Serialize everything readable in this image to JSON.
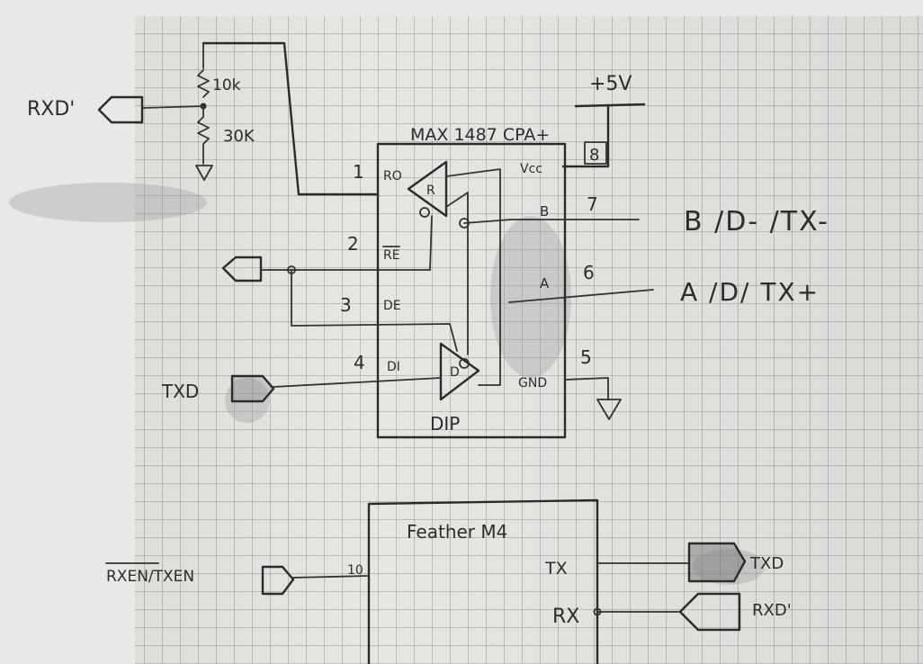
{
  "supply": {
    "label": "+5V"
  },
  "chip": {
    "title": "MAX 1487 CPA+",
    "package": "DIP",
    "pins": [
      {
        "num": "1",
        "name": "RO"
      },
      {
        "num": "2",
        "name": "RE"
      },
      {
        "num": "3",
        "name": "DE"
      },
      {
        "num": "4",
        "name": "DI"
      },
      {
        "num": "5",
        "name": "GND"
      },
      {
        "num": "6",
        "name": "A"
      },
      {
        "num": "7",
        "name": "B"
      },
      {
        "num": "8",
        "name": "Vcc"
      }
    ],
    "receiver_label": "R",
    "driver_label": "D"
  },
  "divider": {
    "r_top": "10k",
    "r_bottom": "30K"
  },
  "nets": {
    "rxd_prime_top": "RXD'",
    "txd_left": "TXD",
    "b_line": "B /D- /TX-",
    "a_line": "A /D/ TX+"
  },
  "feather": {
    "title": "Feather M4",
    "pin_10": "10",
    "tx_label": "TX",
    "rx_label": "RX",
    "en_label": "RXEN/TXEN",
    "txd_out": "TXD",
    "rxd_in": "RXD'"
  }
}
